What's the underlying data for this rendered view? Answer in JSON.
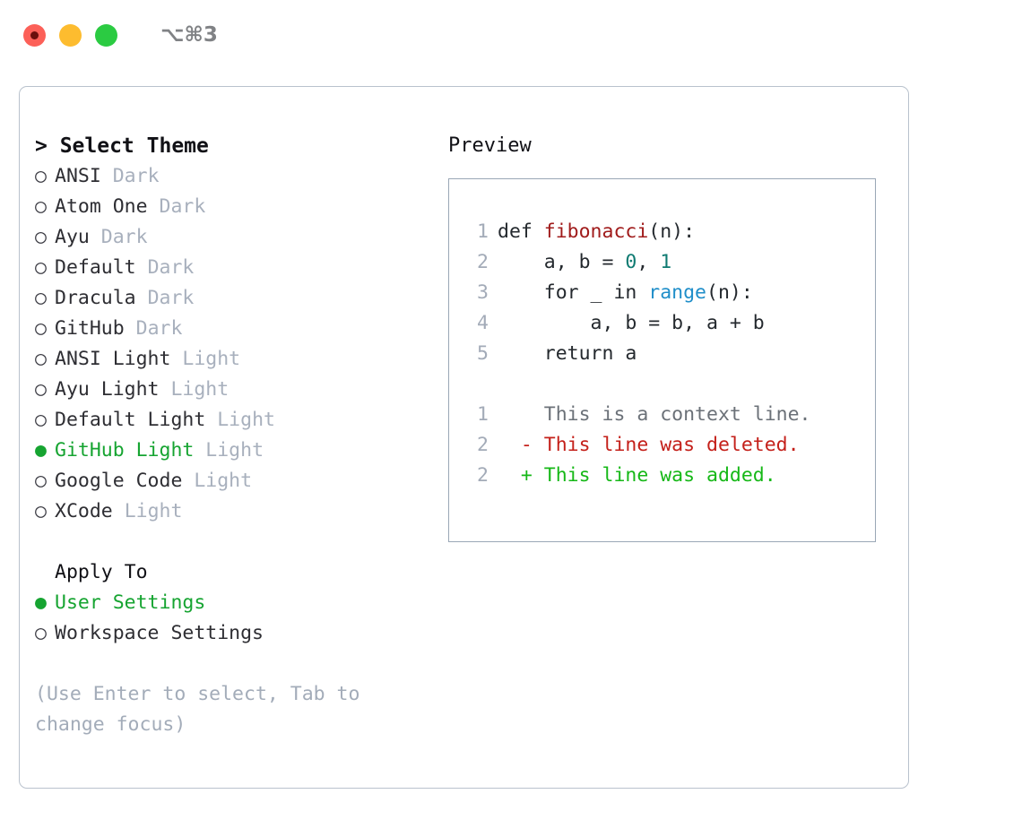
{
  "titlebar": {
    "shortcut": "⌥⌘3",
    "lights": [
      {
        "name": "close",
        "color": "#fc6058"
      },
      {
        "name": "minimize",
        "color": "#fdbc2f"
      },
      {
        "name": "maximize",
        "color": "#2bcb42"
      }
    ]
  },
  "theme_picker": {
    "prompt": ">",
    "header": "Select Theme",
    "header_line": "> Select Theme",
    "items": [
      {
        "marker": "○",
        "name": "ANSI",
        "badge": "Dark",
        "selected": false
      },
      {
        "marker": "○",
        "name": "Atom One",
        "badge": "Dark",
        "selected": false
      },
      {
        "marker": "○",
        "name": "Ayu",
        "badge": "Dark",
        "selected": false
      },
      {
        "marker": "○",
        "name": "Default",
        "badge": "Dark",
        "selected": false
      },
      {
        "marker": "○",
        "name": "Dracula",
        "badge": "Dark",
        "selected": false
      },
      {
        "marker": "○",
        "name": "GitHub",
        "badge": "Dark",
        "selected": false
      },
      {
        "marker": "○",
        "name": "ANSI Light",
        "badge": "Light",
        "selected": false
      },
      {
        "marker": "○",
        "name": "Ayu Light",
        "badge": "Light",
        "selected": false
      },
      {
        "marker": "○",
        "name": "Default Light",
        "badge": "Light",
        "selected": false
      },
      {
        "marker": "●",
        "name": "GitHub Light",
        "badge": "Light",
        "selected": true
      },
      {
        "marker": "○",
        "name": "Google Code",
        "badge": "Light",
        "selected": false
      },
      {
        "marker": "○",
        "name": "XCode",
        "badge": "Light",
        "selected": false
      }
    ]
  },
  "apply_to": {
    "header": "Apply To",
    "items": [
      {
        "marker": "●",
        "label": "User Settings",
        "selected": true
      },
      {
        "marker": "○",
        "label": "Workspace Settings",
        "selected": false
      }
    ]
  },
  "hint": "(Use Enter to select, Tab to change focus)",
  "preview": {
    "title": "Preview",
    "code_lines": [
      {
        "number": "1",
        "parts": [
          {
            "text": "def ",
            "kind": "plain"
          },
          {
            "text": "fibonacci",
            "kind": "fn"
          },
          {
            "text": "(n):",
            "kind": "plain"
          }
        ]
      },
      {
        "number": "2",
        "parts": [
          {
            "text": "    a, b = ",
            "kind": "plain"
          },
          {
            "text": "0",
            "kind": "num"
          },
          {
            "text": ", ",
            "kind": "plain"
          },
          {
            "text": "1",
            "kind": "num"
          }
        ]
      },
      {
        "number": "3",
        "parts": [
          {
            "text": "    for _ in ",
            "kind": "plain"
          },
          {
            "text": "range",
            "kind": "call"
          },
          {
            "text": "(n):",
            "kind": "plain"
          }
        ]
      },
      {
        "number": "4",
        "parts": [
          {
            "text": "        a, b = b, a + b",
            "kind": "plain"
          }
        ]
      },
      {
        "number": "5",
        "parts": [
          {
            "text": "    return a",
            "kind": "plain"
          }
        ]
      }
    ],
    "diff_lines": [
      {
        "number": "1",
        "marker": " ",
        "text": "This is a context line.",
        "kind": "context"
      },
      {
        "number": "2",
        "marker": "-",
        "text": "This line was deleted.",
        "kind": "deleted"
      },
      {
        "number": "2",
        "marker": "+",
        "text": "This line was added.",
        "kind": "added"
      }
    ]
  },
  "colors": {
    "selected_green": "#16a431",
    "added_green": "#16b817",
    "deleted_red": "#c4201a",
    "function_red": "#a01b1b",
    "number_teal": "#0f7b72",
    "call_blue": "#1f8ec9",
    "badge_gray": "#a8b0bd",
    "hint_gray": "#a3acb9",
    "border_gray": "#b9c2cd"
  }
}
